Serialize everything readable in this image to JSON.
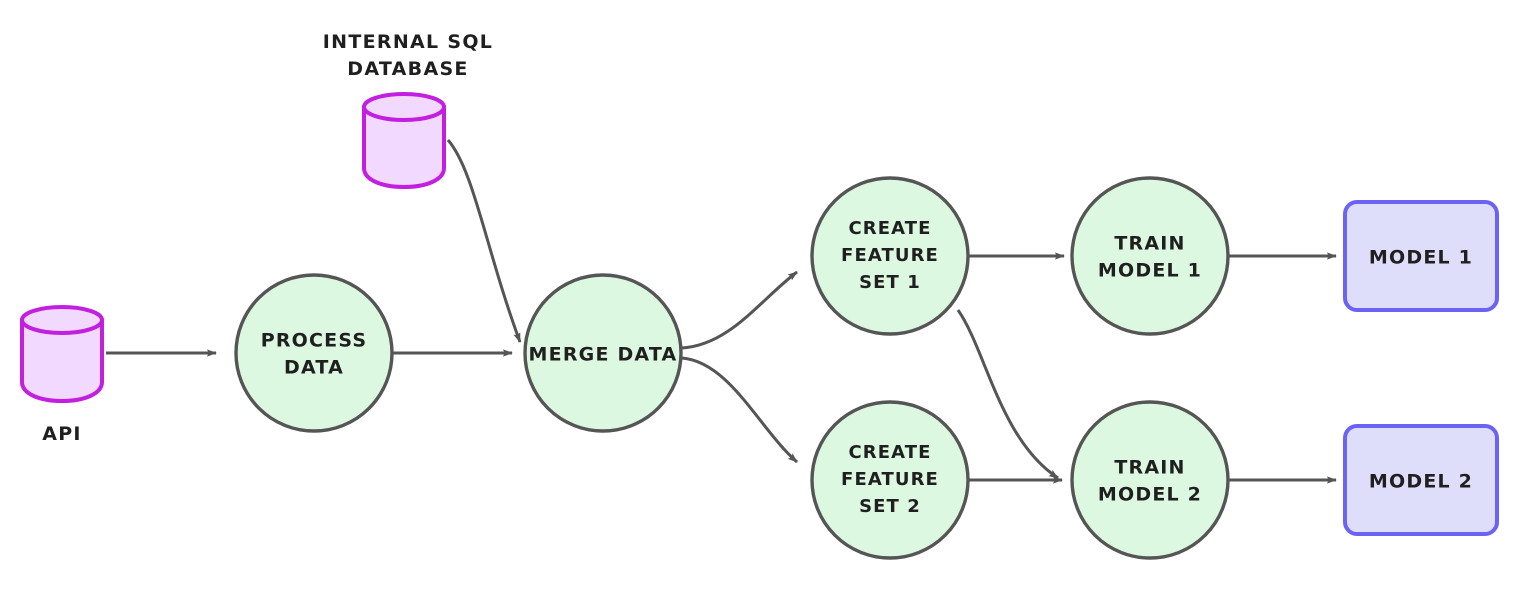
{
  "diagram": {
    "title": "ml-pipeline-flowchart",
    "background": "#ffffff",
    "colors": {
      "circle_fill": "#dcf8e0",
      "circle_stroke": "#555555",
      "rect_fill": "#dedefb",
      "rect_stroke": "#6c63f5",
      "cylinder_fill": "#f2d9ff",
      "cylinder_stroke": "#c21fe0",
      "edge_stroke": "#555555",
      "text": "#1f1f1f"
    },
    "nodes": {
      "api_cylinder": {
        "label": "API",
        "type": "cylinder",
        "label_position": "below"
      },
      "sql_cylinder": {
        "label_line1": "INTERNAL SQL",
        "label_line2": "DATABASE",
        "type": "cylinder",
        "label_position": "above"
      },
      "process_data": {
        "line1": "PROCESS",
        "line2": "DATA",
        "type": "circle"
      },
      "merge_data": {
        "line1": "MERGE DATA",
        "type": "circle"
      },
      "create_feature_set_1": {
        "line1": "CREATE",
        "line2": "FEATURE",
        "line3": "SET 1",
        "type": "circle"
      },
      "create_feature_set_2": {
        "line1": "CREATE",
        "line2": "FEATURE",
        "line3": "SET 2",
        "type": "circle"
      },
      "train_model_1": {
        "line1": "TRAIN",
        "line2": "MODEL 1",
        "type": "circle"
      },
      "train_model_2": {
        "line1": "TRAIN",
        "line2": "MODEL 2",
        "type": "circle"
      },
      "model_1": {
        "label": "MODEL 1",
        "type": "rounded-rect"
      },
      "model_2": {
        "label": "MODEL 2",
        "type": "rounded-rect"
      }
    },
    "edges": [
      {
        "from": "api_cylinder",
        "to": "process_data",
        "style": "straight-arrow"
      },
      {
        "from": "process_data",
        "to": "merge_data",
        "style": "straight-arrow"
      },
      {
        "from": "sql_cylinder",
        "to": "merge_data",
        "style": "curved-arrow"
      },
      {
        "from": "merge_data",
        "to": "create_feature_set_1",
        "style": "curved-arrow"
      },
      {
        "from": "merge_data",
        "to": "create_feature_set_2",
        "style": "curved-arrow"
      },
      {
        "from": "create_feature_set_1",
        "to": "train_model_1",
        "style": "straight-arrow"
      },
      {
        "from": "create_feature_set_1",
        "to": "train_model_2",
        "style": "curved-arrow"
      },
      {
        "from": "create_feature_set_2",
        "to": "train_model_2",
        "style": "straight-arrow"
      },
      {
        "from": "train_model_1",
        "to": "model_1",
        "style": "straight-arrow"
      },
      {
        "from": "train_model_2",
        "to": "model_2",
        "style": "straight-arrow"
      }
    ]
  }
}
